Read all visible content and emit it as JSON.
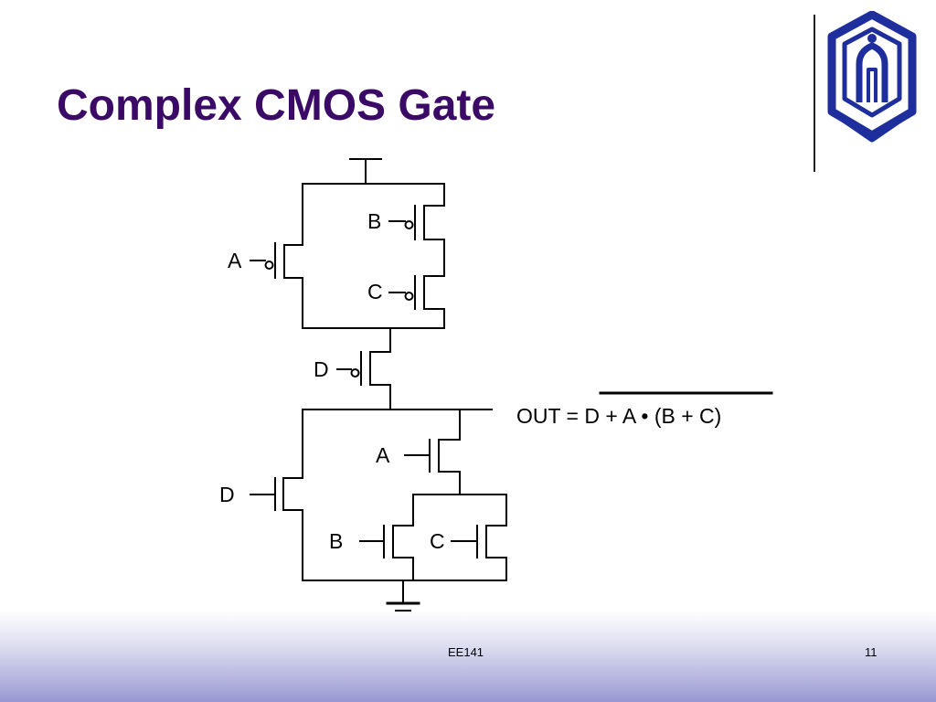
{
  "slide": {
    "title": "Complex CMOS Gate",
    "footer_course": "EE141",
    "page_number": "11"
  },
  "logo": {
    "icon": "university-emblem-icon",
    "color": "#1e2e9c"
  },
  "diagram": {
    "pmos_labels": {
      "b": "B",
      "a": "A",
      "c": "C",
      "d": "D"
    },
    "nmos_labels": {
      "a": "A",
      "d": "D",
      "b": "B",
      "c": "C"
    },
    "output_prefix": "OUT = ",
    "output_expression": "D + A • (B + C)"
  },
  "colors": {
    "title": "#3a0a66",
    "wire": "#000000",
    "footer_band": "#9898d2"
  }
}
